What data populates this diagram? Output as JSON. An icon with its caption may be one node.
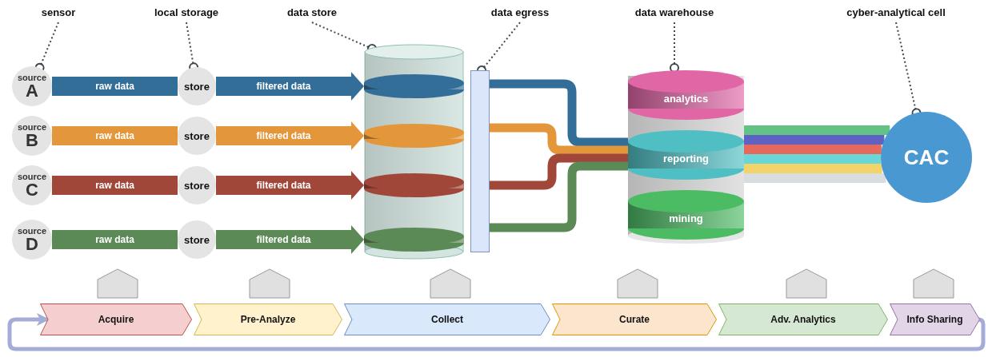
{
  "diagram": {
    "nodes": [
      {
        "text": [
          "sensor"
        ]
      },
      {
        "text": [
          "local storage"
        ]
      },
      {
        "text": [
          "data store"
        ]
      },
      {
        "text": [
          "data egress"
        ]
      },
      {
        "text": [
          "data warehouse"
        ]
      },
      {
        "text": [
          "cyber-analytical cell"
        ]
      },
      {
        "text": [
          "source",
          "A"
        ]
      },
      {
        "text": [
          "store"
        ]
      },
      {
        "text": [
          "source",
          "B"
        ]
      },
      {
        "text": [
          "store"
        ]
      },
      {
        "text": [
          "source",
          "C"
        ]
      },
      {
        "text": [
          "store"
        ]
      },
      {
        "text": [
          "source",
          "D"
        ]
      },
      {
        "text": [
          "store"
        ]
      },
      {
        "text": [],
        "shape": "cylinder"
      },
      {
        "text": [],
        "shape": "disc",
        "in": 14
      },
      {
        "text": [],
        "shape": "disc",
        "in": 14
      },
      {
        "text": [],
        "shape": "disc",
        "in": 14
      },
      {
        "text": [],
        "shape": "disc",
        "in": 14
      },
      {
        "text": [],
        "shape": "bar"
      },
      {
        "text": [],
        "shape": "cylinder"
      },
      {
        "text": [
          "analytics"
        ],
        "in": 20
      },
      {
        "text": [
          "reporting"
        ],
        "in": 20
      },
      {
        "text": [
          "mining"
        ],
        "in": 20
      },
      {
        "text": [
          "CAC"
        ]
      },
      {
        "text": [],
        "shape": "arrow"
      },
      {
        "text": [],
        "shape": "arrow"
      },
      {
        "text": [],
        "shape": "arrow"
      },
      {
        "text": [],
        "shape": "arrow"
      },
      {
        "text": [],
        "shape": "arrow"
      },
      {
        "text": [],
        "shape": "arrow"
      },
      {
        "text": [
          "Acquire"
        ]
      },
      {
        "text": [
          "Pre-Analyze"
        ]
      },
      {
        "text": [
          "Collect"
        ]
      },
      {
        "text": [
          "Curate"
        ]
      },
      {
        "text": [
          "Adv. Analytics"
        ]
      },
      {
        "text": [
          "Info Sharing"
        ]
      }
    ],
    "edges": [
      {
        "from": 0,
        "to": 6,
        "arrow": "other",
        "style": "dashed"
      },
      {
        "from": 1,
        "to": 7,
        "arrow": "other",
        "style": "dashed"
      },
      {
        "from": 2,
        "to": 14,
        "arrow": "other",
        "style": "dashed"
      },
      {
        "from": 3,
        "to": 19,
        "arrow": "other",
        "style": "dashed"
      },
      {
        "from": 4,
        "to": 20,
        "arrow": "other",
        "style": "dashed"
      },
      {
        "from": 5,
        "to": 24,
        "arrow": "other",
        "style": "dashed"
      },
      {
        "from": 6,
        "to": 7,
        "arrow": "none",
        "label": "raw data",
        "style": "thick",
        "color": "#336e99"
      },
      {
        "from": 7,
        "to": 15,
        "arrow": "to",
        "label": "filtered data",
        "style": "thick",
        "color": "#336e99"
      },
      {
        "from": 8,
        "to": 9,
        "arrow": "none",
        "label": "raw data",
        "style": "thick",
        "color": "#e4963b"
      },
      {
        "from": 9,
        "to": 16,
        "arrow": "to",
        "label": "filtered data",
        "style": "thick",
        "color": "#e4963b"
      },
      {
        "from": 10,
        "to": 11,
        "arrow": "none",
        "label": "raw data",
        "style": "thick",
        "color": "#a0473a"
      },
      {
        "from": 11,
        "to": 17,
        "arrow": "to",
        "label": "filtered data",
        "style": "thick",
        "color": "#a0473a"
      },
      {
        "from": 12,
        "to": 13,
        "arrow": "none",
        "label": "raw data",
        "style": "thick",
        "color": "#5c8a56"
      },
      {
        "from": 13,
        "to": 18,
        "arrow": "to",
        "label": "filtered data",
        "style": "thick",
        "color": "#5c8a56"
      },
      {
        "from": 19,
        "to": 20,
        "arrow": "none",
        "color": "#336e99"
      },
      {
        "from": 19,
        "to": 20,
        "arrow": "none",
        "color": "#e4963b"
      },
      {
        "from": 19,
        "to": 20,
        "arrow": "none",
        "color": "#a0473a"
      },
      {
        "from": 19,
        "to": 20,
        "arrow": "none",
        "color": "#5c8a56"
      },
      {
        "from": 20,
        "to": 24,
        "arrow": "none",
        "color": "#63c386"
      },
      {
        "from": 20,
        "to": 24,
        "arrow": "none",
        "color": "#5d62c4"
      },
      {
        "from": 20,
        "to": 24,
        "arrow": "none",
        "color": "#e56a5b"
      },
      {
        "from": 20,
        "to": 24,
        "arrow": "none",
        "color": "#6ad6d8"
      },
      {
        "from": 20,
        "to": 24,
        "arrow": "none",
        "color": "#f3d46a"
      },
      {
        "from": 20,
        "to": 24,
        "arrow": "none",
        "color": "#d8dde0"
      },
      {
        "from": 36,
        "to": 31,
        "arrow": "to",
        "color": "#a5acd8"
      }
    ]
  }
}
